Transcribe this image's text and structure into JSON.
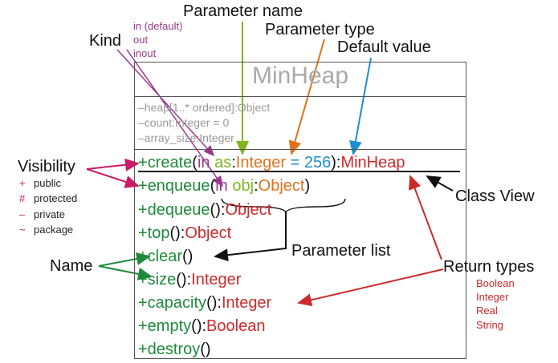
{
  "class_name": "MinHeap",
  "attributes": [
    "–heap[1..* ordered]:Object",
    "–count:Integer = 0",
    "–array_size:Integer"
  ],
  "create_op": {
    "visibility": "+",
    "name": "create",
    "open": "(",
    "kind": "in",
    "param_name": "as",
    "colon": ":",
    "param_type": "Integer",
    "eq": " = ",
    "default": "256",
    "close": "):",
    "return": "MinHeap"
  },
  "enqueue_op": {
    "visibility": "+",
    "name": "enqueue",
    "open": "(",
    "kind": "in",
    "param_name": "obj",
    "colon": ":",
    "param_type": "Object",
    "close": ")"
  },
  "operations": [
    {
      "sig": "+dequeue",
      "parens": "():",
      "ret": "Object"
    },
    {
      "sig": "+top",
      "parens": "():",
      "ret": "Object"
    },
    {
      "sig": "+clear",
      "parens": "()",
      "ret": ""
    },
    {
      "sig": "+size",
      "parens": "():",
      "ret": "Integer"
    },
    {
      "sig": "+capacity",
      "parens": "():",
      "ret": "Integer"
    },
    {
      "sig": "+empty",
      "parens": "():",
      "ret": "Boolean"
    },
    {
      "sig": "+destroy",
      "parens": "()",
      "ret": ""
    }
  ],
  "labels": {
    "parameter_name": "Parameter name",
    "parameter_type": "Parameter type",
    "default_value": "Default value",
    "kind": "Kind",
    "visibility": "Visibility",
    "class_view": "Class View",
    "parameter_list": "Parameter list",
    "name": "Name",
    "return_types": "Return types"
  },
  "kind_options": [
    "in (default)",
    "out",
    "inout"
  ],
  "visibility_options": [
    {
      "symbol": "+",
      "label": "public"
    },
    {
      "symbol": "#",
      "label": "protected"
    },
    {
      "symbol": "–",
      "label": "private"
    },
    {
      "symbol": "~",
      "label": "package"
    }
  ],
  "return_type_options": [
    "Boolean",
    "Integer",
    "Real",
    "String"
  ],
  "colors": {
    "green": "#1f8a3a",
    "kind_purple": "#9b3a8a",
    "name_lime": "#7fb61e",
    "type_orange": "#e0731d",
    "default_blue": "#1d8fd0",
    "return_red": "#cc2a2a",
    "visibility_magenta": "#cc1a66"
  }
}
